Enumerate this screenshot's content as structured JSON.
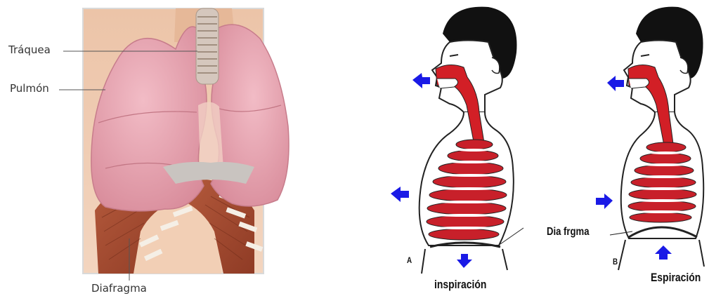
{
  "anatomy": {
    "labels": {
      "trachea": "Tráquea",
      "lung": "Pulmón",
      "diaphragm": "Diafragma"
    }
  },
  "breathing": {
    "figure_a": {
      "letter": "A",
      "caption": "inspiración"
    },
    "figure_b": {
      "letter": "B",
      "caption": "Espiración",
      "diaphragm_label": "Dia frgma"
    }
  },
  "colors": {
    "lung_pink": "#e8a4b0",
    "muscle_red": "#c0392b",
    "arrow_blue": "#1a1ae6",
    "hair_black": "#111111"
  }
}
